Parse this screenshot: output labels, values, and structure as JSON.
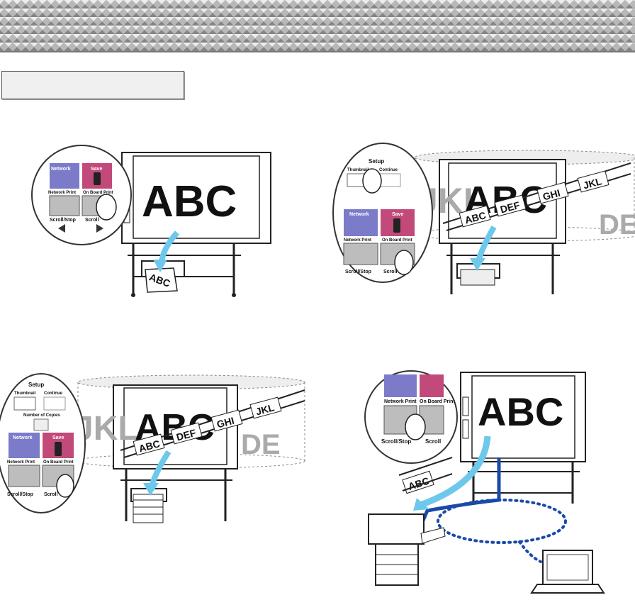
{
  "banner": {
    "label_box_text": ""
  },
  "ui": {
    "setup": "Setup",
    "thumbnail": "Thumbnail",
    "continue": "Continue",
    "number_of_copies": "Number of Copies",
    "network": "Network",
    "save": "Save",
    "network_print": "Network Print",
    "on_board_print": "On Board Print",
    "scroll_stop": "Scroll/Stop",
    "scroll": "Scroll"
  },
  "board": {
    "main": "ABC",
    "pages": [
      "ABC",
      "DEF",
      "GHI",
      "JKL"
    ],
    "bg_letters_left": "JKL",
    "bg_letters_right": "DE"
  },
  "colors": {
    "network_tile": "#7b7bc9",
    "save_tile": "#c24a7a",
    "arrow": "#6ec8ec",
    "network_line": "#1a4aa8"
  }
}
